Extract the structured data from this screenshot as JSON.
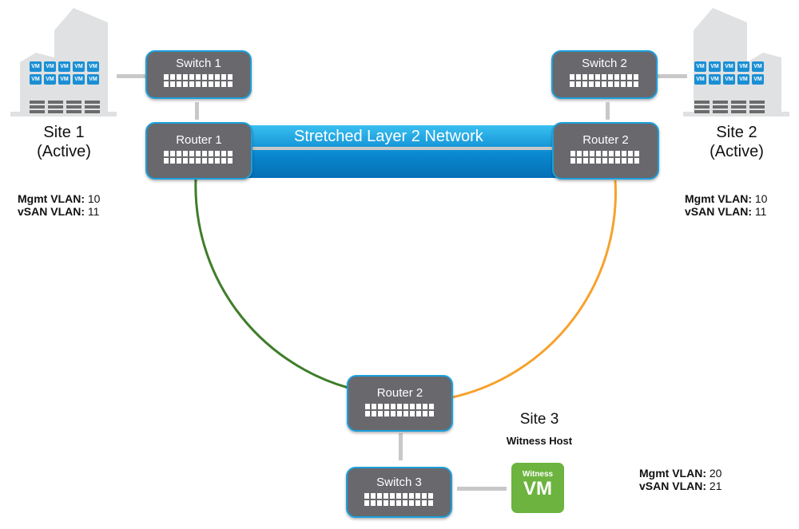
{
  "network": {
    "label": "Stretched Layer 2 Network",
    "color": "#0a88d0"
  },
  "devices": {
    "switch1": "Switch 1",
    "router1": "Router 1",
    "switch2": "Switch 2",
    "router2_right": "Router 2",
    "router2_witness": "Router 2",
    "switch3": "Switch 3"
  },
  "sites": [
    {
      "name": "Site 1",
      "status": "(Active)",
      "mgmt_label": "Mgmt VLAN:",
      "mgmt_value": " 10",
      "vsan_label": "vSAN VLAN:",
      "vsan_value": " 11"
    },
    {
      "name": "Site 2",
      "status": "(Active)",
      "mgmt_label": "Mgmt VLAN:",
      "mgmt_value": " 10",
      "vsan_label": "vSAN VLAN:",
      "vsan_value": " 11"
    },
    {
      "name": "Site 3",
      "subtitle": "Witness Host",
      "mgmt_label": "Mgmt VLAN:",
      "mgmt_value": " 20",
      "vsan_label": "vSAN VLAN:",
      "vsan_value": " 21"
    }
  ],
  "vm_label": "VM",
  "witness_vm": {
    "top": "Witness",
    "main": "VM",
    "color": "#6db33f"
  },
  "links": {
    "site1_to_witness": "#3f7d2a",
    "site2_to_witness": "#f7a12b"
  }
}
